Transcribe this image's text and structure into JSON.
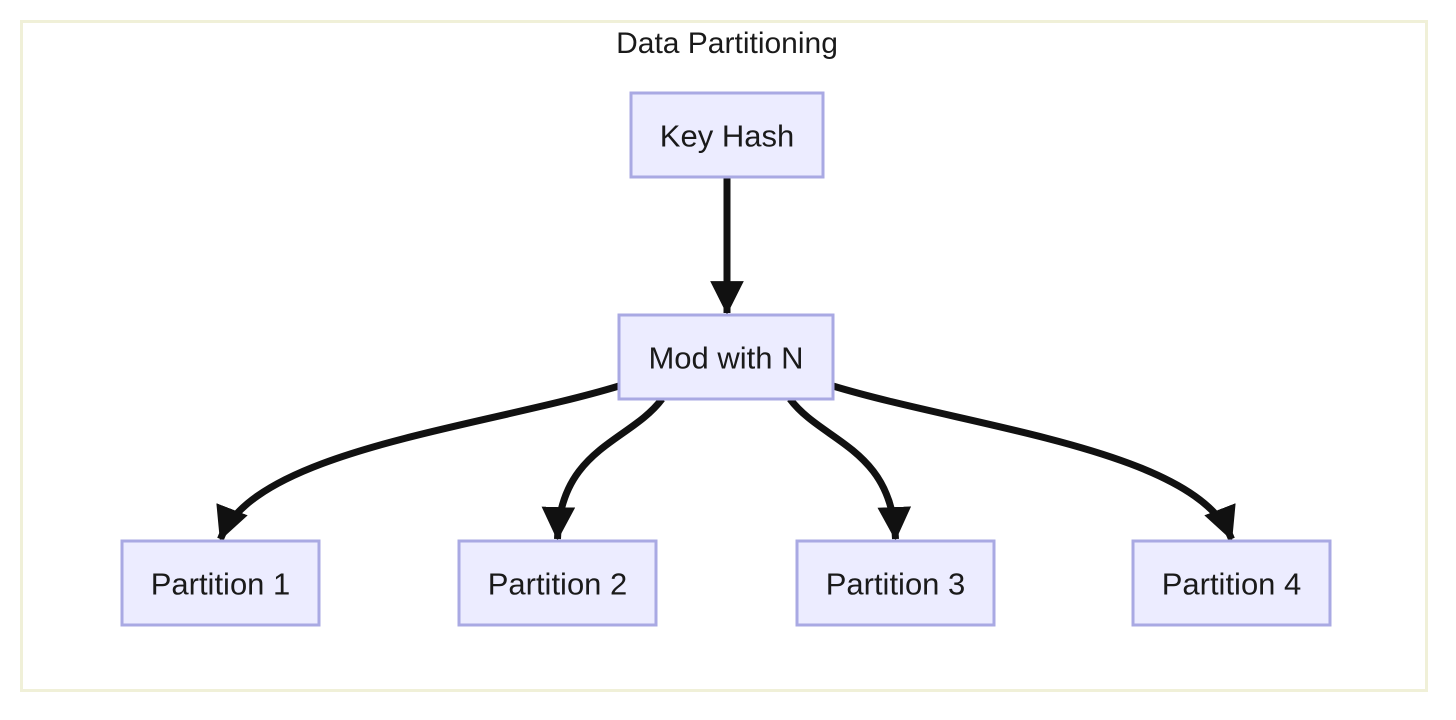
{
  "diagram": {
    "title": "Data Partitioning",
    "nodes": {
      "key_hash": {
        "label": "Key Hash"
      },
      "mod": {
        "label": "Mod with N"
      },
      "partition1": {
        "label": "Partition 1"
      },
      "partition2": {
        "label": "Partition 2"
      },
      "partition3": {
        "label": "Partition 3"
      },
      "partition4": {
        "label": "Partition 4"
      }
    },
    "edges": [
      {
        "from": "Key Hash",
        "to": "Mod with N"
      },
      {
        "from": "Mod with N",
        "to": "Partition 1"
      },
      {
        "from": "Mod with N",
        "to": "Partition 2"
      },
      {
        "from": "Mod with N",
        "to": "Partition 3"
      },
      {
        "from": "Mod with N",
        "to": "Partition 4"
      }
    ]
  },
  "colors": {
    "node-fill": "#ececff",
    "node-border": "#a9a9e3",
    "edge": "#111111",
    "frame-border": "#f0f0d8",
    "text": "#1a1a1a",
    "background": "#ffffff"
  }
}
